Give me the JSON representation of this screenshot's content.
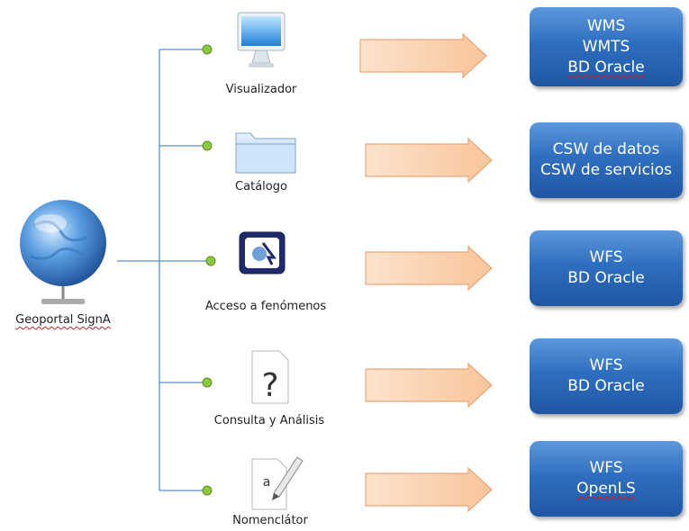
{
  "root": {
    "label": "Geoportal SignA"
  },
  "services": [
    {
      "id": "visualizador",
      "label": "Visualizador",
      "icon": "monitor-icon",
      "targets": [
        "WMS",
        "WMTS",
        "BD Oracle"
      ]
    },
    {
      "id": "catalogo",
      "label": "Catálogo",
      "icon": "folder-icon",
      "targets": [
        "CSW de datos",
        "CSW de servicios"
      ]
    },
    {
      "id": "acceso",
      "label": "Acceso a fenómenos",
      "icon": "features-app-icon",
      "targets": [
        "WFS",
        "BD Oracle"
      ]
    },
    {
      "id": "consulta",
      "label": "Consulta y Análisis",
      "icon": "question-document-icon",
      "targets": [
        "WFS",
        "BD Oracle"
      ]
    },
    {
      "id": "nomenclator",
      "label": "Nomenclátor",
      "icon": "pen-document-icon",
      "icon_text": "a",
      "targets": [
        "WFS",
        "OpenLS"
      ]
    }
  ],
  "colors": {
    "connector": "#5b8fc7",
    "node": "#8dc63f",
    "arrow_fill": "#fbd4b4",
    "arrow_stroke": "#e8a77a",
    "box": "#2f6fbf"
  }
}
